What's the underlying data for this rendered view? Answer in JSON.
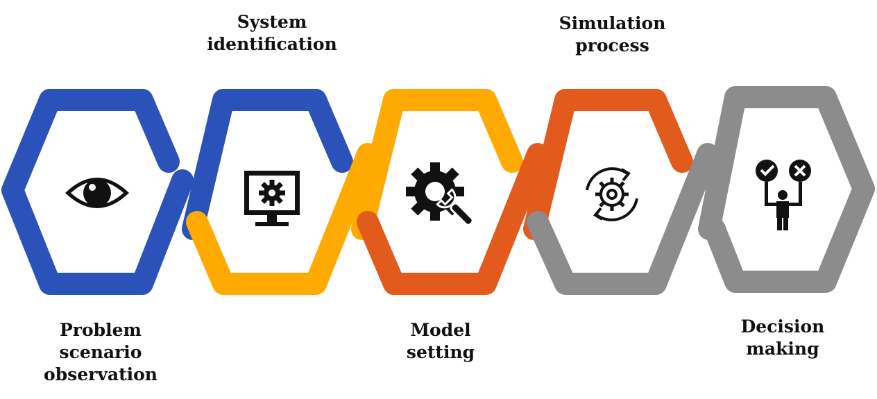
{
  "steps": [
    {
      "id": "observe",
      "lines": [
        "Problem",
        "scenario",
        "observation"
      ],
      "color": "#2A52B8",
      "icon": "eye-icon"
    },
    {
      "id": "identify",
      "lines": [
        "System",
        "identification"
      ],
      "color": "#FFAA00",
      "icon": "monitor-gear-icon"
    },
    {
      "id": "model",
      "lines": [
        "Model",
        "setting"
      ],
      "color": "#E25A1C",
      "icon": "gear-wrench-icon"
    },
    {
      "id": "simulate",
      "lines": [
        "Simulation",
        "process"
      ],
      "color": "#8C8C8C",
      "icon": "gear-refresh-icon"
    },
    {
      "id": "decide",
      "lines": [
        "Decision",
        "making"
      ],
      "color": "#8C8C8C",
      "icon": "person-check-cross-icon"
    }
  ],
  "accent_colors": {
    "blue": "#2A52B8",
    "yellow": "#FFAA00",
    "orange": "#E25A1C",
    "gray": "#8C8C8C"
  }
}
